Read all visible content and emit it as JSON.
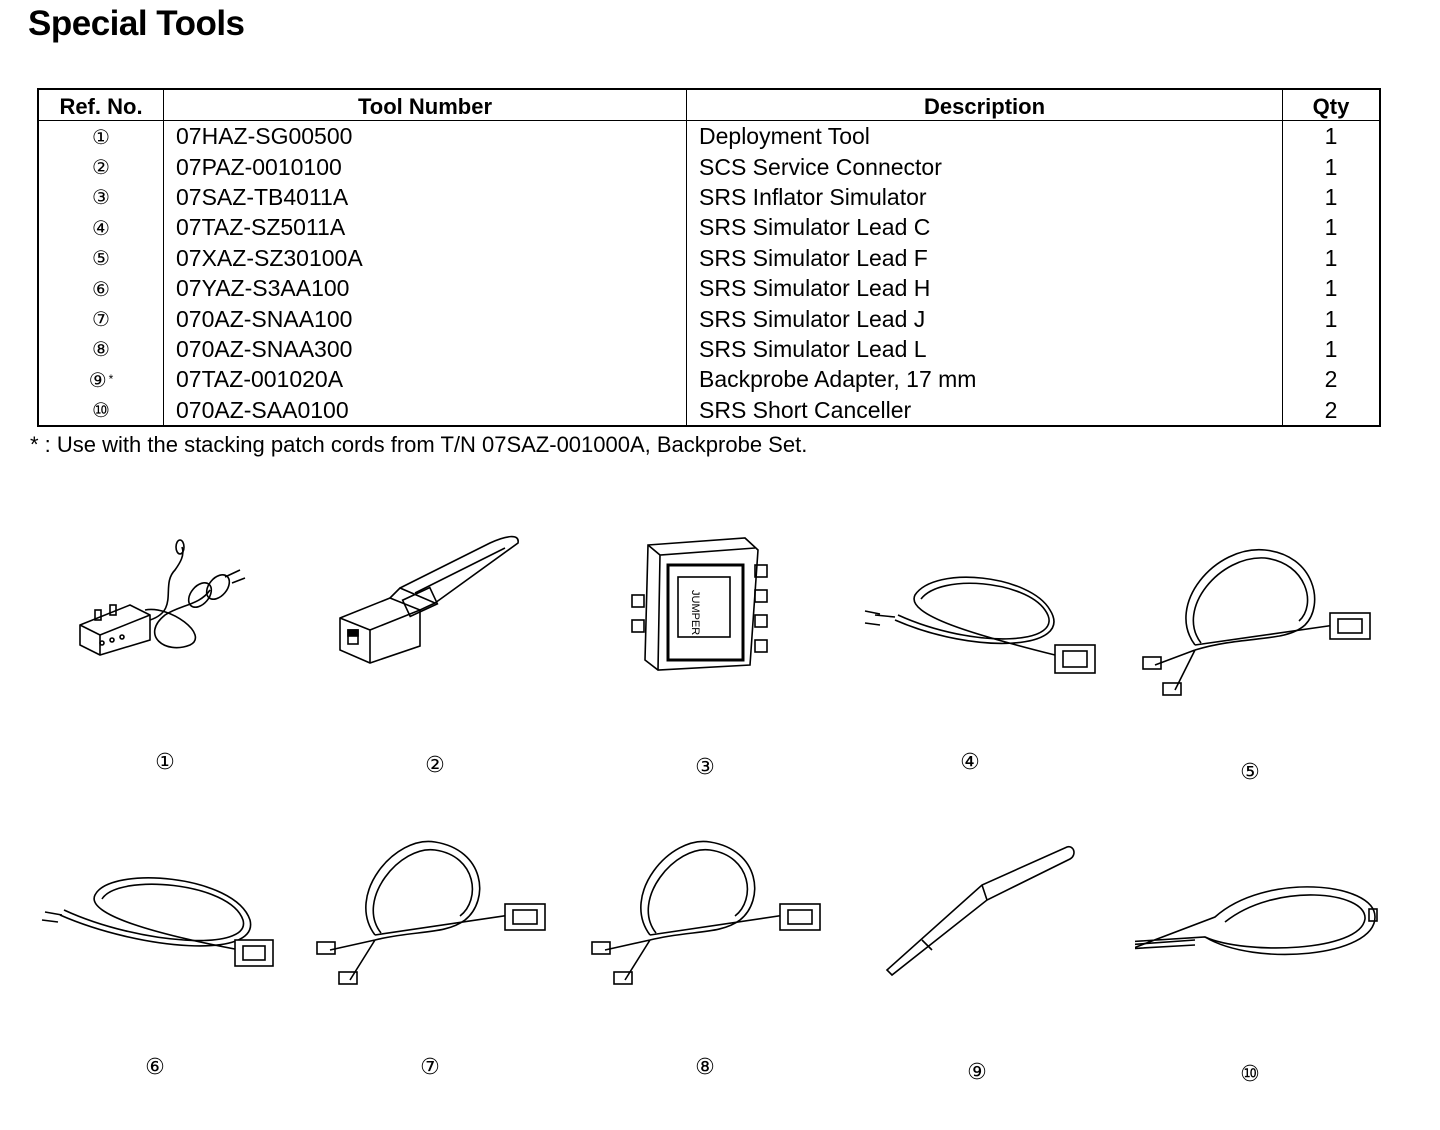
{
  "title": "Special Tools",
  "table": {
    "headers": [
      "Ref. No.",
      "Tool Number",
      "Description",
      "Qty"
    ],
    "rows": [
      {
        "ref": "①",
        "number": "07HAZ-SG00500",
        "description": "Deployment Tool",
        "qty": "1"
      },
      {
        "ref": "②",
        "number": "07PAZ-0010100",
        "description": "SCS Service Connector",
        "qty": "1"
      },
      {
        "ref": "③",
        "number": "07SAZ-TB4011A",
        "description": "SRS Inflator Simulator",
        "qty": "1"
      },
      {
        "ref": "④",
        "number": "07TAZ-SZ5011A",
        "description": "SRS Simulator Lead C",
        "qty": "1"
      },
      {
        "ref": "⑤",
        "number": "07XAZ-SZ30100A",
        "description": "SRS Simulator Lead F",
        "qty": "1"
      },
      {
        "ref": "⑥",
        "number": "07YAZ-S3AA100",
        "description": "SRS Simulator Lead H",
        "qty": "1"
      },
      {
        "ref": "⑦",
        "number": "070AZ-SNAA100",
        "description": "SRS Simulator Lead J",
        "qty": "1"
      },
      {
        "ref": "⑧",
        "number": "070AZ-SNAA300",
        "description": "SRS Simulator Lead L",
        "qty": "1"
      },
      {
        "ref": "⑨",
        "ref_mark": "*",
        "number": "07TAZ-001020A",
        "description": "Backprobe Adapter, 17 mm",
        "qty": "2"
      },
      {
        "ref": "⑩",
        "number": "070AZ-SAA0100",
        "description": "SRS Short Canceller",
        "qty": "2"
      }
    ]
  },
  "footnote": "* : Use with the stacking patch cords from T/N 07SAZ-001000A, Backprobe Set.",
  "figures": [
    {
      "label": "①",
      "icon": "deployment-tool-illustration"
    },
    {
      "label": "②",
      "icon": "service-connector-illustration"
    },
    {
      "label": "③",
      "icon": "inflator-simulator-illustration"
    },
    {
      "label": "④",
      "icon": "simulator-lead-illustration"
    },
    {
      "label": "⑤",
      "icon": "simulator-lead-forked-illustration"
    },
    {
      "label": "⑥",
      "icon": "simulator-lead-illustration"
    },
    {
      "label": "⑦",
      "icon": "simulator-lead-forked-illustration"
    },
    {
      "label": "⑧",
      "icon": "simulator-lead-forked-illustration"
    },
    {
      "label": "⑨",
      "icon": "backprobe-adapter-illustration"
    },
    {
      "label": "⑩",
      "icon": "short-canceller-illustration"
    }
  ],
  "jumper_label": "JUMPER"
}
